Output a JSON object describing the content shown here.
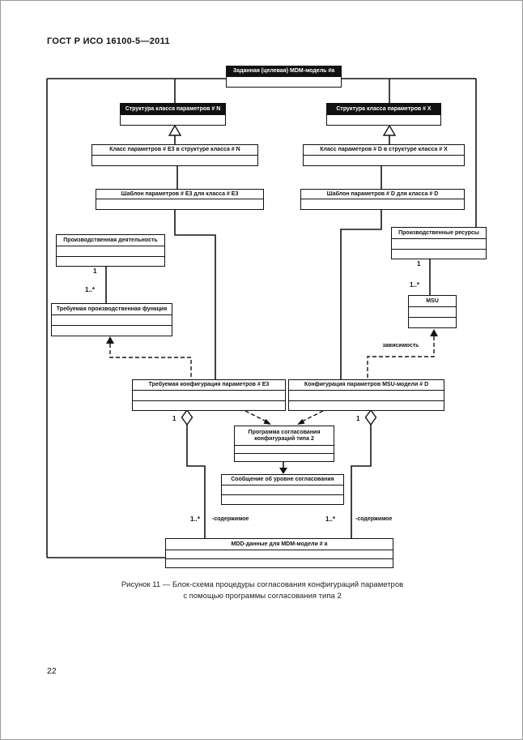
{
  "page": {
    "header": "ГОСТ Р ИСО 16100-5—2011",
    "page_number": "22",
    "caption": {
      "line1": "Рисунок 11 — Блок-схема процедуры согласования конфигураций параметров",
      "line2": "с помощью программы согласования типа 2"
    }
  },
  "diagram": {
    "boxes": {
      "target_model": "Заданная (целевая) MDM-модель #a",
      "structure_n": "Структура класса параметров # N",
      "structure_x": "Структура класса параметров # X",
      "class_e3": "Класс параметров # E3 в структуре класса # N",
      "class_d": "Класс параметров # D в структуре класса # X",
      "tmpl_e3": "Шаблон параметров # E3 для класса # E3",
      "tmpl_d": "Шаблон параметров # D для класса # D",
      "prod_activity": "Производственная деятельность",
      "prod_resources": "Производственные ресурсы",
      "req_function": "Требуемая производственная функция",
      "msu": "MSU",
      "req_config": "Требуемая конфигурация параметров # E3",
      "config_d": "Конфигурация параметров MSU-модели # D",
      "program": "Программа согласования конфигураций типа 2",
      "message": "Сообщение об уровне согласования",
      "mdd": "MDD-данные для MDM-модели # a"
    },
    "labels": {
      "one": "1",
      "one_to_many": "1..*",
      "dependency": "зависимость",
      "content": "-содержимое"
    }
  },
  "colors": {
    "ink": "#111111",
    "paper": "#ffffff",
    "inverse_text": "#ffffff"
  }
}
